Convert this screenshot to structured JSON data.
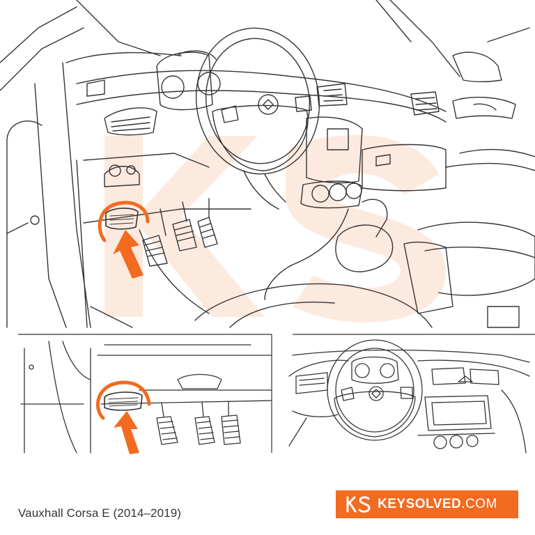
{
  "caption": "Vauxhall Corsa E (2014–2019)",
  "brand": {
    "name": "KEYSOLVED",
    "suffix": ".COM",
    "color": "#f26b21",
    "logo_icon": "ks-logo-icon"
  },
  "colors": {
    "line": "#333333",
    "accent": "#f26b21",
    "watermark": "#fbd9c4"
  },
  "icons": [
    "obd-port-icon",
    "arrow-up-icon",
    "steering-wheel-icon",
    "ks-watermark-icon"
  ]
}
